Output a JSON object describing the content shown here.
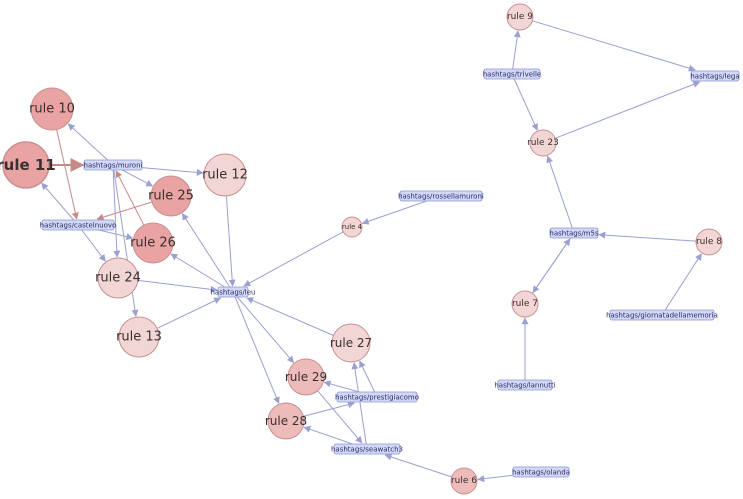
{
  "diagram": {
    "colors": {
      "rule_fill_light": "#f2d6d6",
      "rule_fill_mid": "#eebbbb",
      "rule_fill_dark": "#e9a3a3",
      "rule_stroke": "#c98f8f",
      "tag_fill": "#d2d8f5",
      "tag_stroke": "#8c95d2",
      "edge_blue": "#9ba0d0",
      "edge_red": "#c88888"
    },
    "rules": [
      {
        "id": "rule11",
        "label": "rule 11",
        "lift": "high"
      },
      {
        "id": "rule10",
        "label": "rule 10",
        "lift": "high"
      },
      {
        "id": "rule12",
        "label": "rule 12",
        "lift": "low"
      },
      {
        "id": "rule25",
        "label": "rule 25",
        "lift": "high"
      },
      {
        "id": "rule26",
        "label": "rule 26",
        "lift": "high"
      },
      {
        "id": "rule24",
        "label": "rule 24",
        "lift": "low"
      },
      {
        "id": "rule13",
        "label": "rule 13",
        "lift": "low"
      },
      {
        "id": "rule4",
        "label": "rule 4",
        "lift": "low"
      },
      {
        "id": "rule27",
        "label": "rule 27",
        "lift": "low"
      },
      {
        "id": "rule29",
        "label": "rule 29",
        "lift": "mid"
      },
      {
        "id": "rule28",
        "label": "rule 28",
        "lift": "mid"
      },
      {
        "id": "rule6",
        "label": "rule 6",
        "lift": "mid"
      },
      {
        "id": "rule9",
        "label": "rule 9",
        "lift": "low"
      },
      {
        "id": "rule23",
        "label": "rule 23",
        "lift": "low"
      },
      {
        "id": "rule8",
        "label": "rule 8",
        "lift": "low"
      },
      {
        "id": "rule7",
        "label": "rule 7",
        "lift": "low"
      }
    ],
    "hashtags": [
      {
        "id": "muroni",
        "label": "hashtags/muroni"
      },
      {
        "id": "castelnuovo",
        "label": "hashtags/castelnuovo"
      },
      {
        "id": "leu",
        "label": "hashtags/leu"
      },
      {
        "id": "rossellamuroni",
        "label": "hashtags/rossellamuroni"
      },
      {
        "id": "prestigiacomo",
        "label": "hashtags/prestigiacomo"
      },
      {
        "id": "seawatch3",
        "label": "hashtags/seawatch3"
      },
      {
        "id": "olanda",
        "label": "hashtags/olanda"
      },
      {
        "id": "trivelle",
        "label": "hashtags/trivelle"
      },
      {
        "id": "lega",
        "label": "hashtags/lega"
      },
      {
        "id": "m5s",
        "label": "hashtags/m5s"
      },
      {
        "id": "giornatadellamemoria",
        "label": "hashtags/giornatadellamemoria"
      },
      {
        "id": "lannutti",
        "label": "hashtags/lannutti"
      }
    ],
    "edges": [
      {
        "from": "muroni",
        "to": "rule10"
      },
      {
        "from": "muroni",
        "to": "rule12"
      },
      {
        "from": "muroni",
        "to": "rule25"
      },
      {
        "from": "muroni",
        "to": "rule24"
      },
      {
        "from": "muroni",
        "to": "rule13"
      },
      {
        "from": "castelnuovo",
        "to": "rule11"
      },
      {
        "from": "castelnuovo",
        "to": "rule26"
      },
      {
        "from": "castelnuovo",
        "to": "rule24"
      },
      {
        "from": "leu",
        "to": "rule26"
      },
      {
        "from": "leu",
        "to": "rule25"
      },
      {
        "from": "leu",
        "to": "rule29"
      },
      {
        "from": "leu",
        "to": "rule28"
      },
      {
        "from": "rossellamuroni",
        "to": "rule4"
      },
      {
        "from": "prestigiacomo",
        "to": "rule29"
      },
      {
        "from": "prestigiacomo",
        "to": "rule27"
      },
      {
        "from": "seawatch3",
        "to": "rule27"
      },
      {
        "from": "seawatch3",
        "to": "rule28"
      },
      {
        "from": "olanda",
        "to": "rule6"
      },
      {
        "from": "trivelle",
        "to": "rule9"
      },
      {
        "from": "trivelle",
        "to": "rule23"
      },
      {
        "from": "m5s",
        "to": "rule23"
      },
      {
        "from": "m5s",
        "to": "rule7"
      },
      {
        "from": "giornatadellamemoria",
        "to": "rule8"
      },
      {
        "from": "lannutti",
        "to": "rule7"
      },
      {
        "from": "rule11",
        "to": "muroni"
      },
      {
        "from": "rule10",
        "to": "castelnuovo"
      },
      {
        "from": "rule25",
        "to": "castelnuovo"
      },
      {
        "from": "rule26",
        "to": "muroni"
      },
      {
        "from": "rule12",
        "to": "leu"
      },
      {
        "from": "rule24",
        "to": "leu"
      },
      {
        "from": "rule13",
        "to": "leu"
      },
      {
        "from": "rule4",
        "to": "leu"
      },
      {
        "from": "rule27",
        "to": "leu"
      },
      {
        "from": "rule29",
        "to": "seawatch3"
      },
      {
        "from": "rule28",
        "to": "prestigiacomo"
      },
      {
        "from": "rule6",
        "to": "seawatch3"
      },
      {
        "from": "rule9",
        "to": "lega"
      },
      {
        "from": "rule23",
        "to": "lega"
      },
      {
        "from": "rule8",
        "to": "m5s"
      },
      {
        "from": "rule7",
        "to": "m5s"
      }
    ]
  }
}
